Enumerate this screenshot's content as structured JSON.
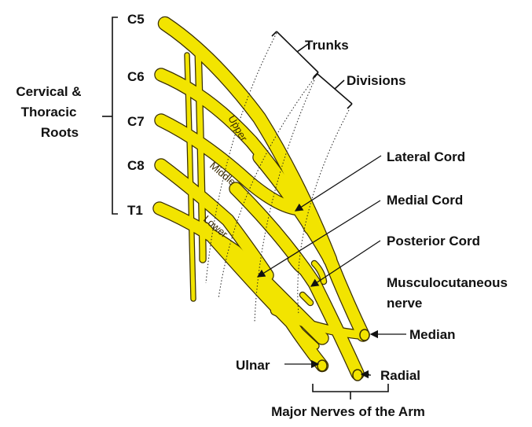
{
  "roots_group_label": [
    "Cervical &",
    "Thoracic",
    "Roots"
  ],
  "roots": [
    "C5",
    "C6",
    "C7",
    "C8",
    "T1"
  ],
  "trunks": [
    "Upper",
    "Middle",
    "Lower"
  ],
  "labels": {
    "trunks": "Trunks",
    "divisions": "Divisions",
    "lateral_cord": "Lateral Cord",
    "medial_cord": "Medial Cord",
    "posterior_cord": "Posterior Cord",
    "musculocutaneous": [
      "Musculocutaneous",
      "nerve"
    ],
    "median": "Median",
    "ulnar": "Ulnar",
    "radial": "Radial",
    "major_nerves": "Major Nerves of the Arm"
  },
  "colors": {
    "nerve_fill": "#f2e400",
    "nerve_outline": "#3a3000",
    "text": "#111111"
  }
}
